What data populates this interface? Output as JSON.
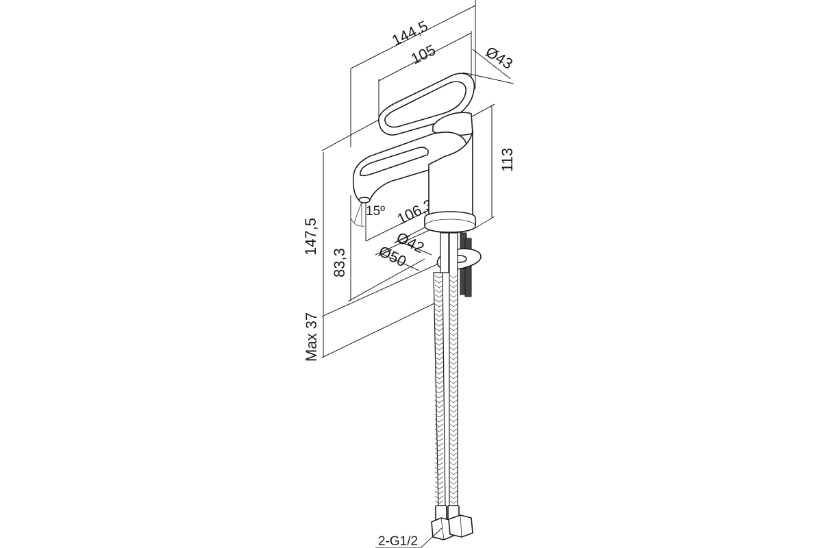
{
  "dimensions": {
    "total_length": "144,5",
    "lever_length": "105",
    "body_diameter": "Ø43",
    "body_height": "113",
    "spout_reach": "106,3",
    "spout_angle": "15º",
    "base_diameter_inner": "Ø42",
    "base_diameter_outer": "Ø50",
    "total_height": "147,5",
    "spout_height": "83,3",
    "max_thickness": "Max 37",
    "connection": "2-G1/2"
  }
}
